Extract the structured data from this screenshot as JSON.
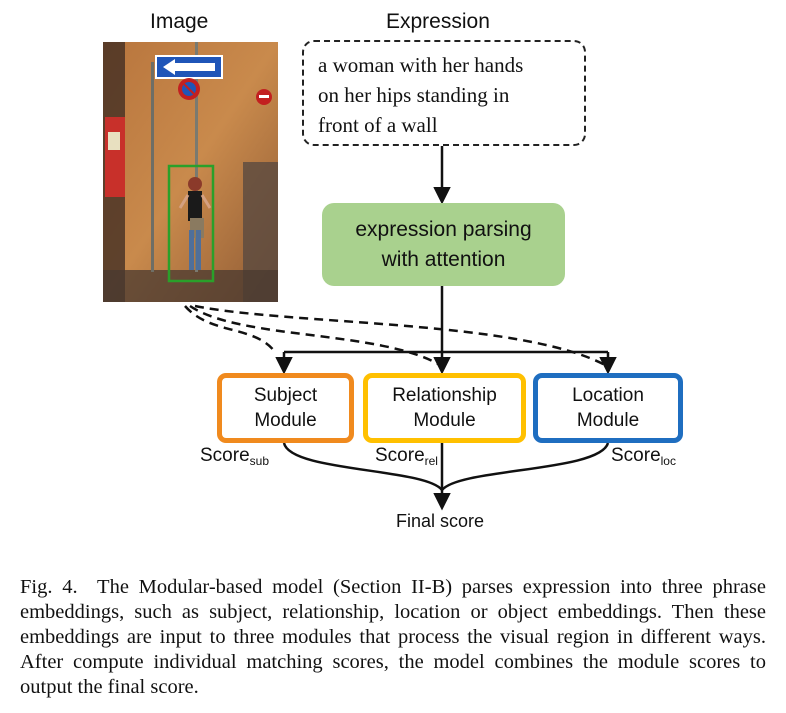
{
  "image_panel": {
    "title": "Image"
  },
  "expression_panel": {
    "title": "Expression",
    "lines": [
      "a woman with her hands",
      "on her hips standing in",
      "front of a wall"
    ]
  },
  "parser": {
    "lines": [
      "expression parsing",
      "with attention"
    ]
  },
  "modules": [
    {
      "lines": [
        "Subject",
        "Module"
      ],
      "color": "#f08a1e",
      "score_base": "Score",
      "score_sub": "sub"
    },
    {
      "lines": [
        "Relationship",
        "Module"
      ],
      "color": "#ffc000",
      "score_base": "Score",
      "score_sub": "rel"
    },
    {
      "lines": [
        "Location",
        "Module"
      ],
      "color": "#1f6ec0",
      "score_base": "Score",
      "score_sub": "loc"
    }
  ],
  "final_score": "Final score",
  "caption": {
    "label": "Fig. 4.",
    "text": "The Modular-based model (Section II-B) parses expression into three phrase embeddings, such as subject, relationship, location or object embeddings. Then these embeddings are input to three modules that process the visual region in different ways. After compute individual matching scores, the model combines the module scores to output the final score."
  }
}
